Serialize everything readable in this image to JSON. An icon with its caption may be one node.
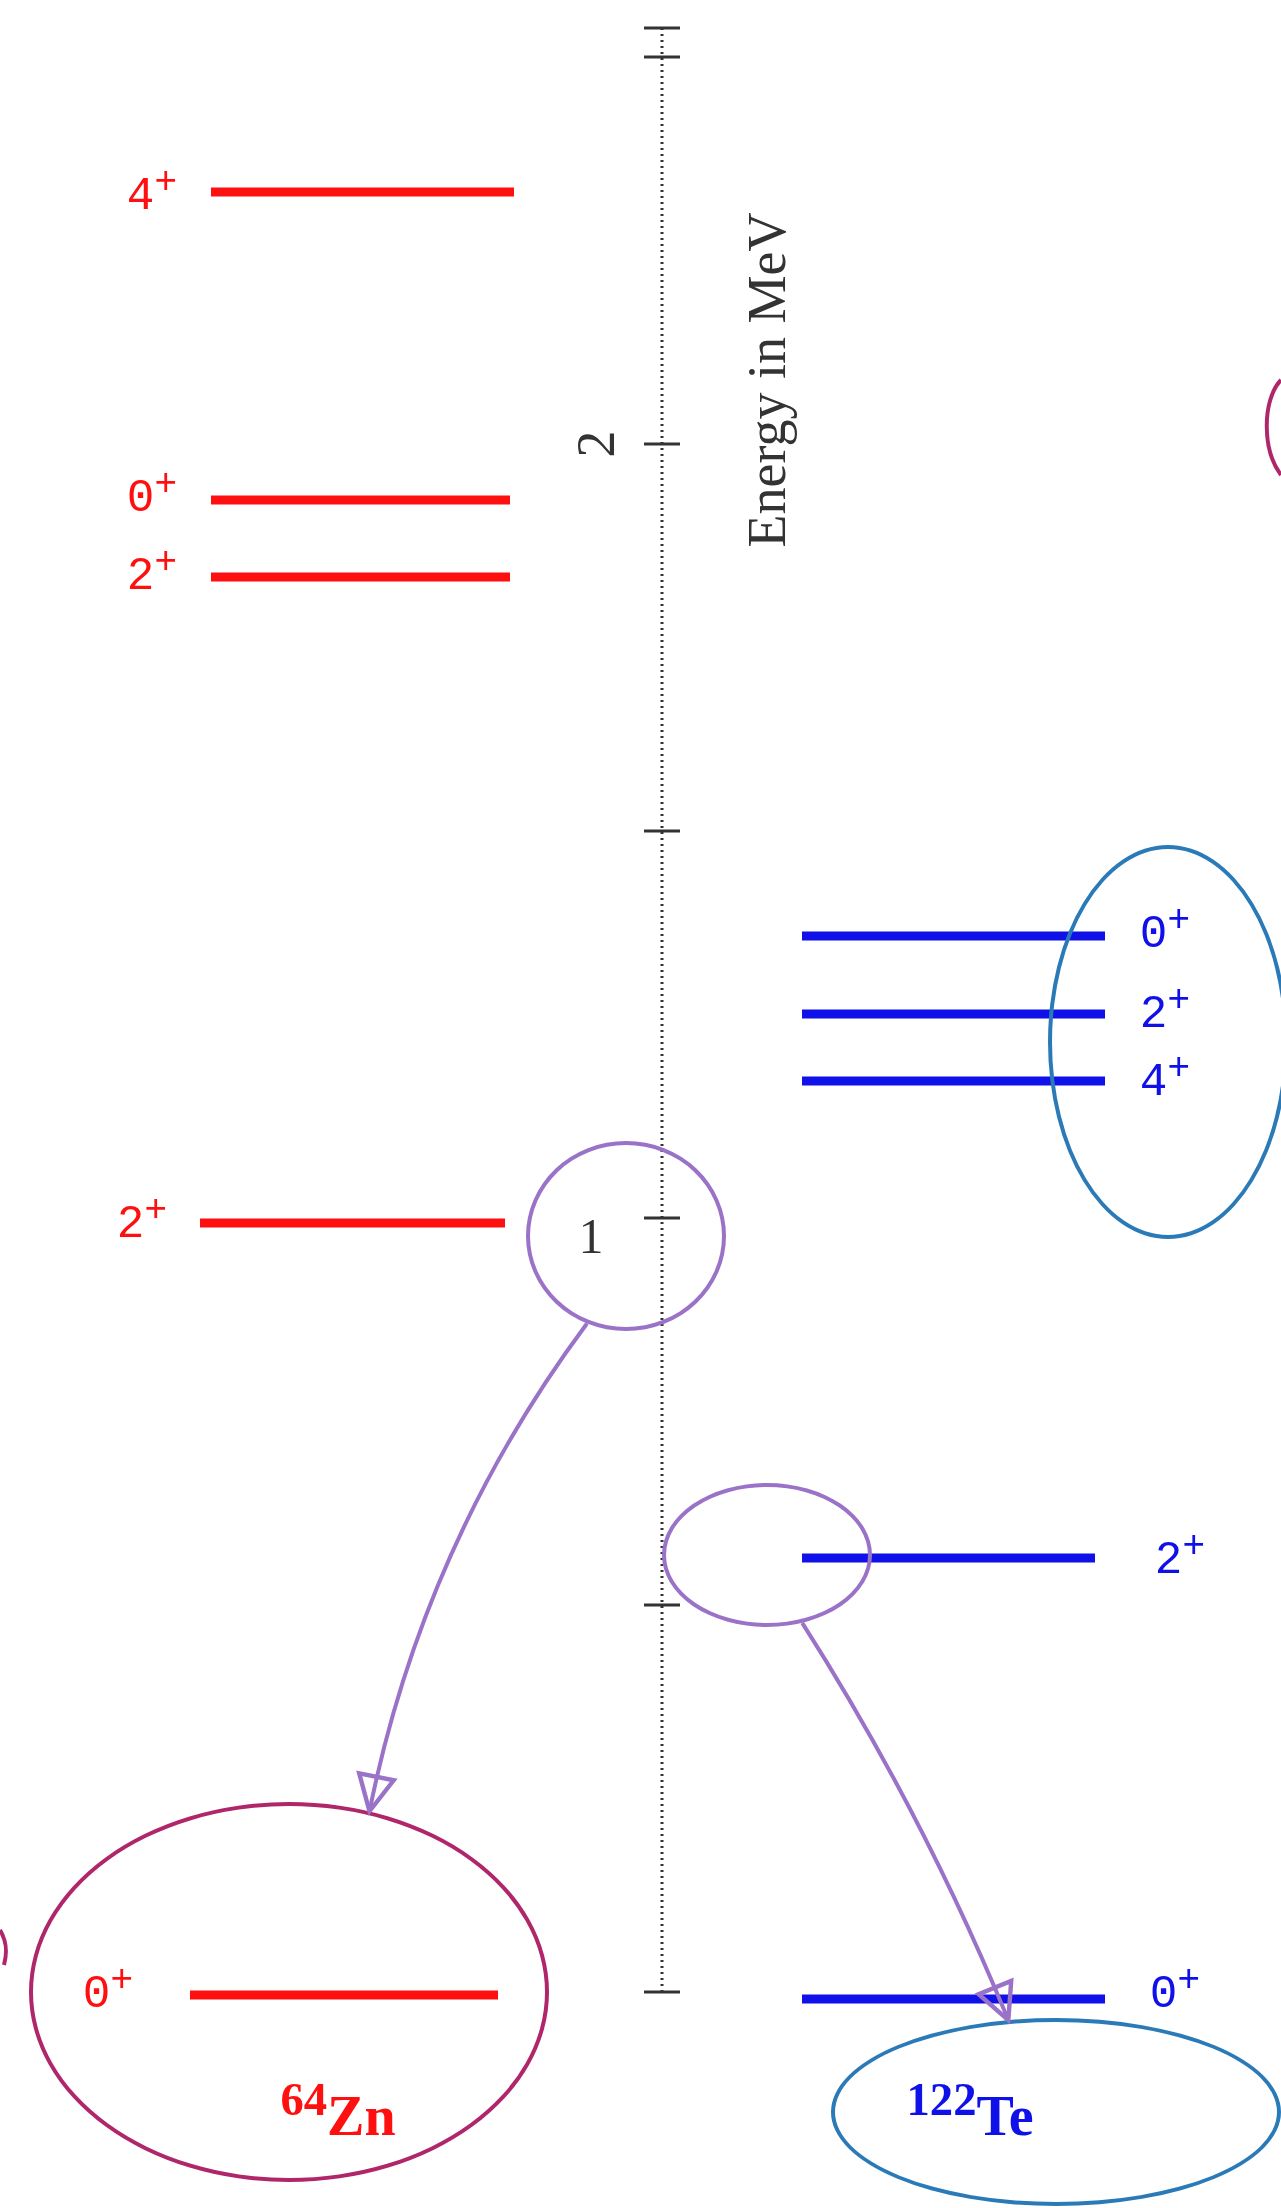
{
  "diagram": {
    "nodes": [
      {
        "text": [
          "1"
        ]
      },
      {
        "text": [
          "0$^{+}$",
          "$^{64}$Zn"
        ]
      },
      {
        "text": [],
        "shape": "circle"
      },
      {
        "text": [
          "0$^{+}$",
          "$^{122}$Te"
        ]
      },
      {
        "text": [
          "0$^{+}$",
          "2$^{+}$",
          "4$^{+}$"
        ]
      }
    ],
    "edges": [
      {
        "from": 0,
        "to": 1,
        "arrow": "to"
      },
      {
        "from": 2,
        "to": 3,
        "arrow": "to"
      }
    ],
    "labels": [
      "4$^{+}$",
      "2",
      "Energy in MeV",
      "0$^{+}$",
      "2$^{+}$",
      "2$^{+}$",
      "2$^{+}$"
    ]
  }
}
